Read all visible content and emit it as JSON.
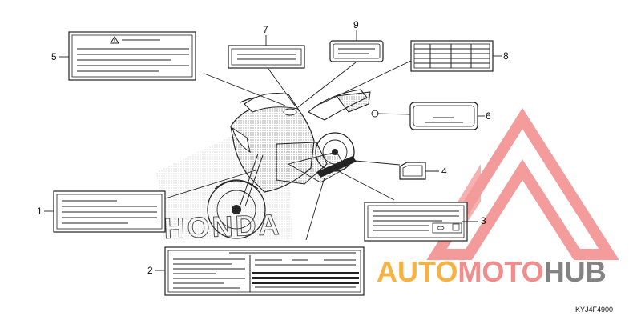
{
  "diagram": {
    "callouts": {
      "c1": "1",
      "c2": "2",
      "c3": "3",
      "c4": "4",
      "c5": "5",
      "c6": "6",
      "c7": "7",
      "c8": "8",
      "c9": "9"
    },
    "part_code": "KYJ4F4900",
    "tank_logo": "HONDA"
  },
  "watermark": {
    "brand_part1": "AUTO",
    "brand_part2": "MOTO",
    "brand_part3": "HUB",
    "colors": {
      "orange": "#f5a623",
      "pink": "#f07a7a",
      "grey": "#6e6e6e"
    }
  }
}
